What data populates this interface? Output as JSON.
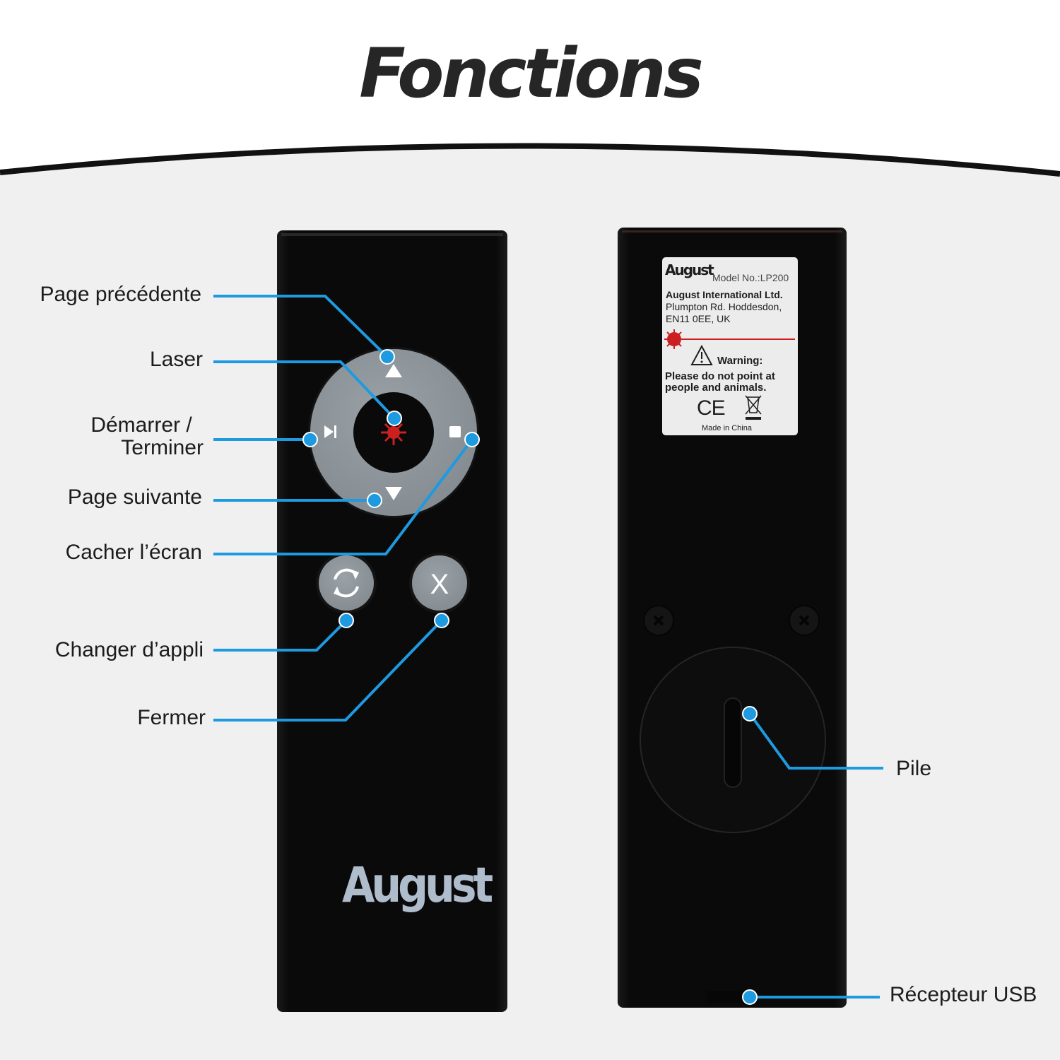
{
  "title": "Fonctions",
  "front": {
    "brand": "August",
    "icons": [
      "triangle-up-icon",
      "laser-icon",
      "play-pause-icon",
      "square-icon",
      "triangle-down-icon",
      "refresh-icon",
      "x-icon"
    ],
    "close_symbol": "X"
  },
  "labels": {
    "page_prev": "Page précédente",
    "laser": "Laser",
    "start_line1": "Démarrer /",
    "start_line2": "Terminer",
    "page_next": "Page suivante",
    "hide_screen": "Cacher l’écran",
    "switch_app": "Changer d’appli",
    "close": "Fermer",
    "battery": "Pile",
    "usb": "Récepteur USB"
  },
  "sticker": {
    "logo": "August",
    "model": "Model No.:LP200",
    "company": "August International Ltd.",
    "address1": "Plumpton Rd. Hoddesdon,",
    "address2": "EN11 0EE, UK",
    "warning_title": "Warning:",
    "warning_line1": "Please do not point at",
    "warning_line2": "people and animals.",
    "ce_mark": "CE",
    "made_in": "Made in China"
  },
  "colors": {
    "background": "#f0f0f0",
    "remote_body": "#0a0a0a",
    "button_gray": "#8c959c",
    "callout_blue": "#1e9ae0",
    "laser_red": "#cc1f1f",
    "brand_text": "#aebccb"
  }
}
